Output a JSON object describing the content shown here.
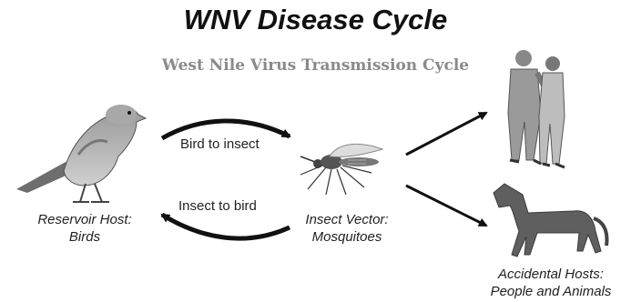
{
  "title": "WNV Disease Cycle",
  "subtitle": "West Nile Virus Transmission Cycle",
  "flows": {
    "bird_to_insect": "Bird to insect",
    "insect_to_bird": "Insect to bird"
  },
  "nodes": {
    "reservoir": {
      "line1": "Reservoir Host:",
      "line2": "Birds",
      "icon": "bird-icon"
    },
    "vector": {
      "line1": "Insect Vector:",
      "line2": "Mosquitoes",
      "icon": "mosquito-icon"
    },
    "accidental": {
      "line1": "Accidental Hosts:",
      "line2": "People and Animals",
      "icons": [
        "people-icon",
        "horse-icon"
      ]
    }
  }
}
